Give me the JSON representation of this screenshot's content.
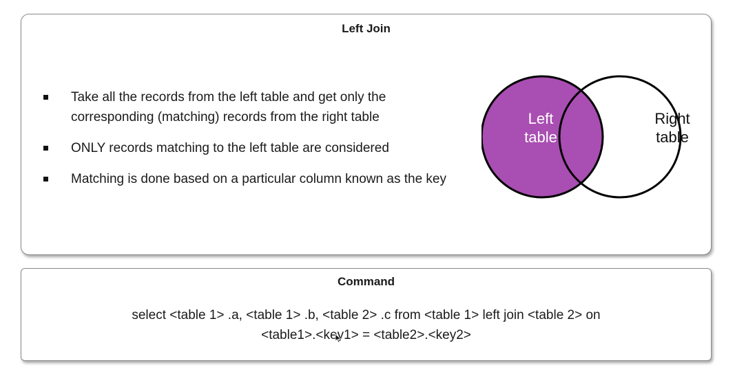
{
  "top_panel": {
    "title": "Left Join",
    "bullets": [
      "Take all the records from the left table and get only the corresponding (matching) records from the right table",
      "ONLY records matching to the left table are considered",
      "Matching is done based on a particular column known as the key"
    ]
  },
  "venn": {
    "left_label_line1": "Left",
    "left_label_line2": "table",
    "right_label_line1": "Right",
    "right_label_line2": "table",
    "left_fill_color": "#a94eb2",
    "outline_color": "#000000"
  },
  "bottom_panel": {
    "title": "Command",
    "command_line1": "select <table 1> .a, <table 1> .b, <table 2> .c from <table 1> left join <table 2> on",
    "command_line2": "<table1>.<key1> = <table2>.<key2>"
  }
}
